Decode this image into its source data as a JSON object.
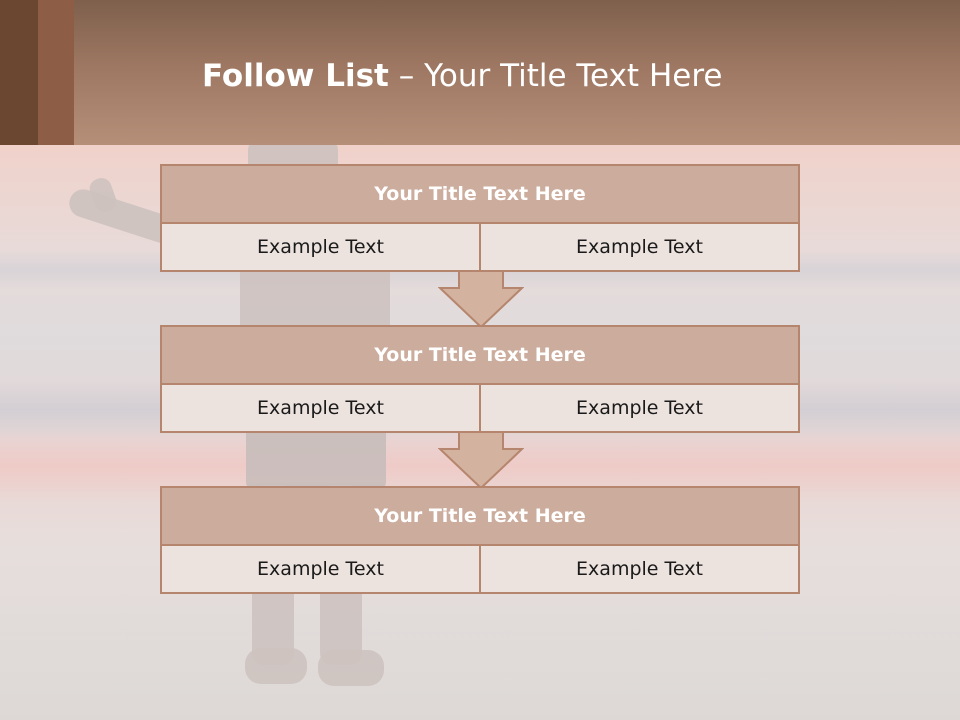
{
  "slide": {
    "title_lead": "Follow List",
    "title_rest": " – Your Title Text Here"
  },
  "steps": [
    {
      "title": "Your Title Text Here",
      "left": "Example Text",
      "right": "Example Text"
    },
    {
      "title": "Your Title Text Here",
      "left": "Example Text",
      "right": "Example Text"
    },
    {
      "title": "Your Title Text Here",
      "left": "Example Text",
      "right": "Example Text"
    }
  ],
  "colors": {
    "title_bar": "#9d7762",
    "accent_dark": "#6b4631",
    "accent_light": "#8d5e45",
    "step_header": "#ccac9c",
    "step_border": "#b5866d",
    "step_cell": "#ece2de",
    "arrow_fill": "#d4b2a0"
  }
}
